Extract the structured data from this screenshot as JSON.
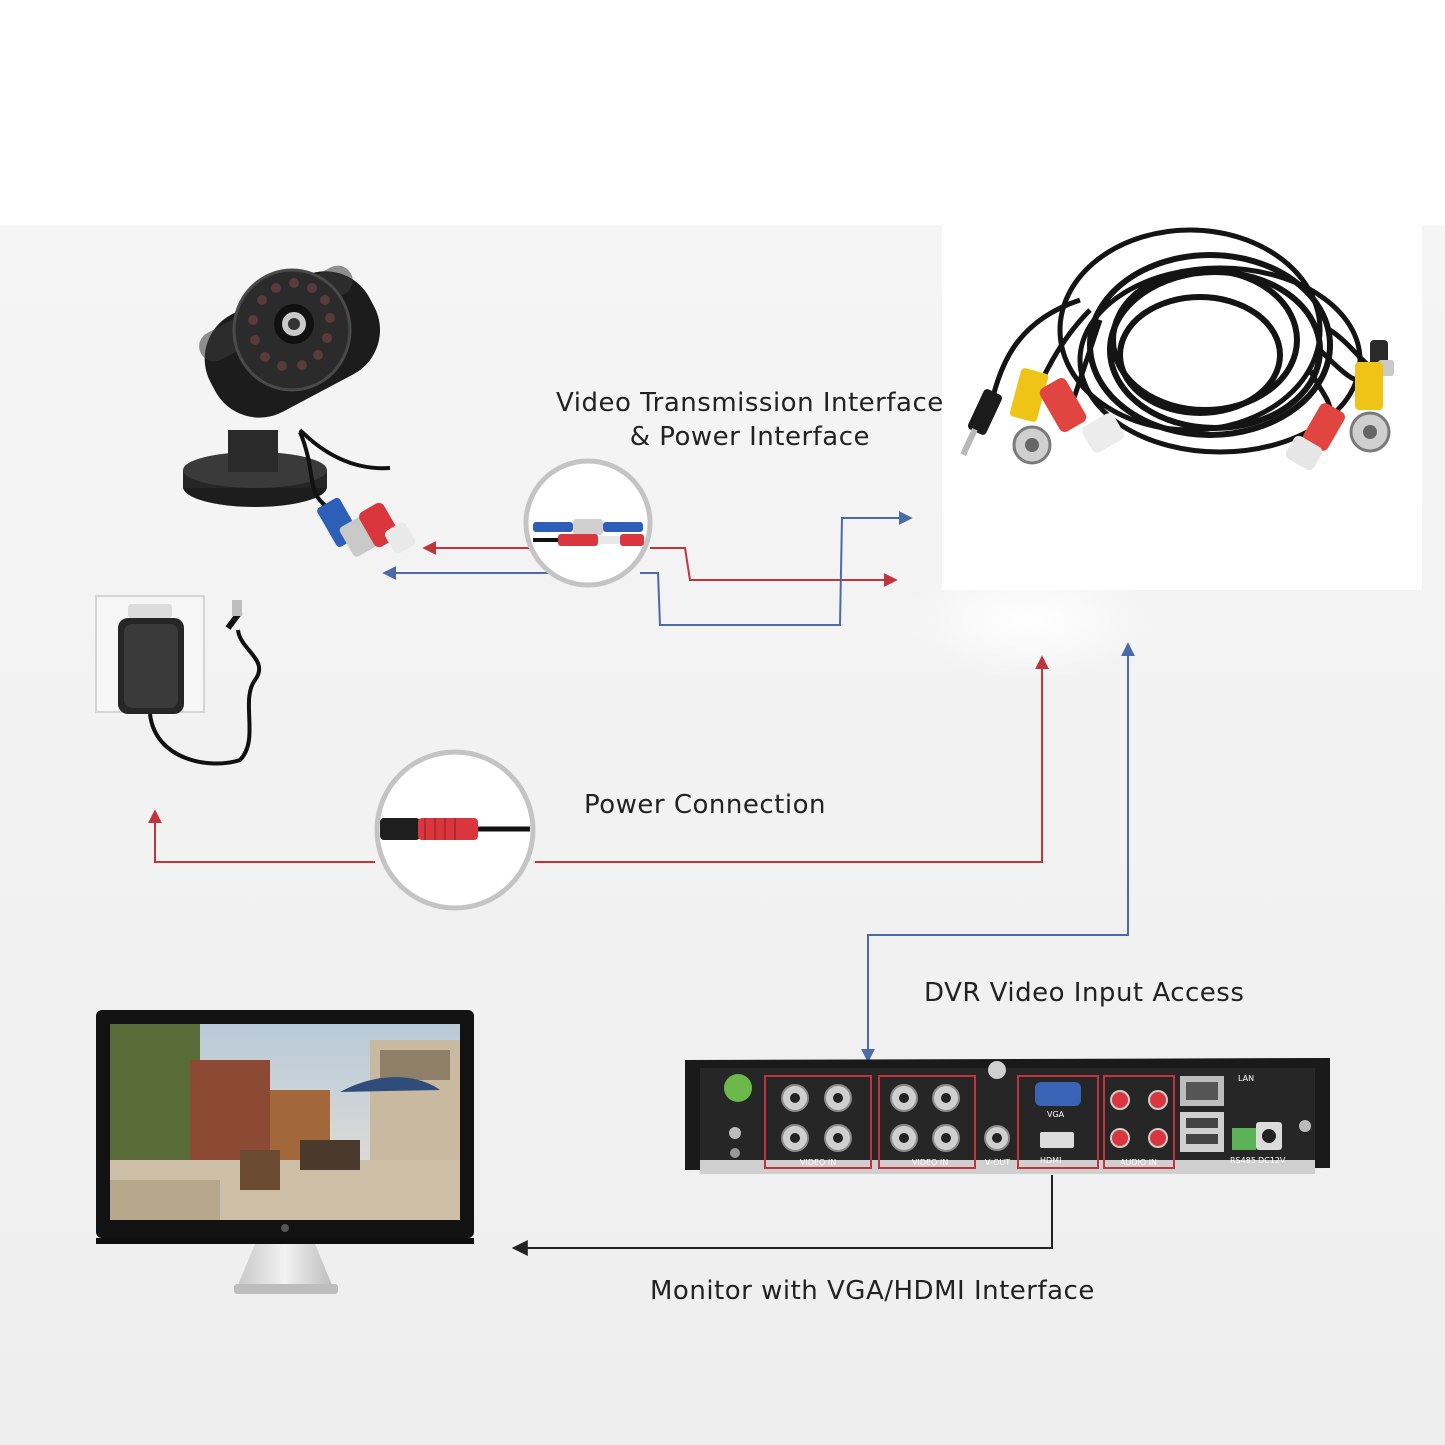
{
  "labels": {
    "video_line1": "Video Transmission Interface",
    "video_line2": "& Power Interface",
    "power": "Power Connection",
    "dvr": "DVR Video Input Access",
    "monitor": "Monitor with VGA/HDMI Interface"
  },
  "dvr_panel": {
    "video_in_1": "VIDEO IN",
    "video_in_2": "VIDEO IN",
    "vga": "VGA",
    "hdmi": "HDMI",
    "audio_in": "AUDIO IN",
    "v_out": "V-OUT",
    "lan": "LAN",
    "rs485": "RS485",
    "dc12v": "DC12V"
  },
  "colors": {
    "power_line": "#c0353d",
    "video_line": "#4a6aa8"
  }
}
